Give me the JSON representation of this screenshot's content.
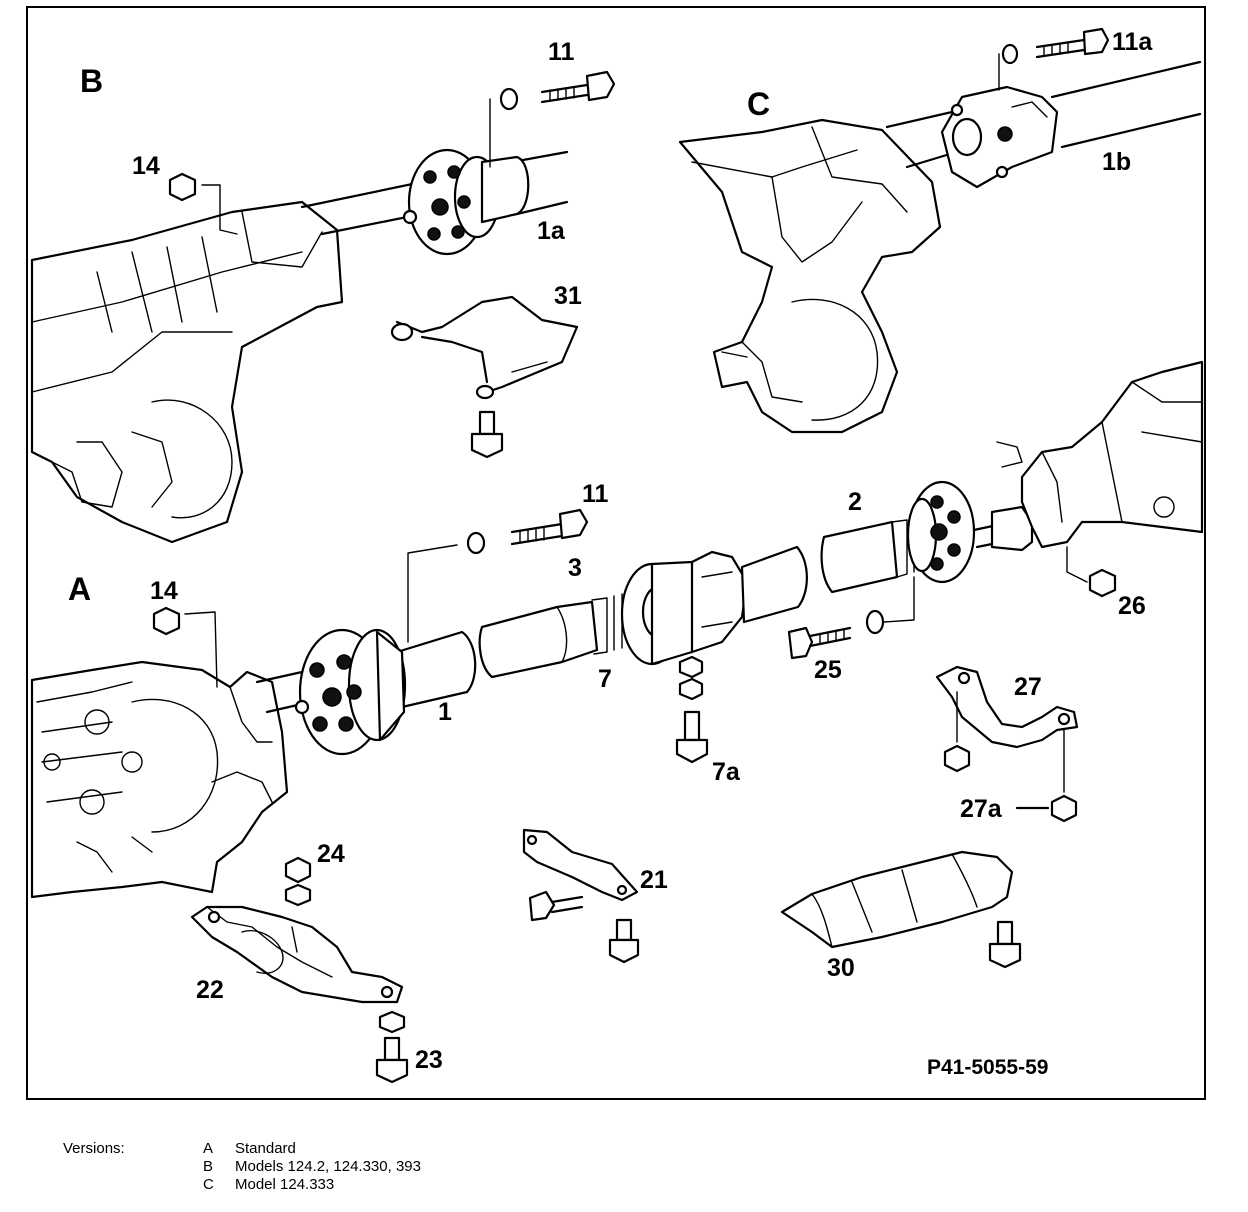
{
  "figure_ref": "P41-5055-59",
  "labels": {
    "ver_a": "A",
    "ver_b": "B",
    "ver_c": "C",
    "p1": "1",
    "p1a": "1a",
    "p1b": "1b",
    "p2": "2",
    "p3": "3",
    "p7": "7",
    "p7a": "7a",
    "p11_top": "11",
    "p11_mid": "11",
    "p11a": "11a",
    "p14_top": "14",
    "p14_mid": "14",
    "p21": "21",
    "p22": "22",
    "p23": "23",
    "p24": "24",
    "p25": "25",
    "p26": "26",
    "p27": "27",
    "p27a": "27a",
    "p30": "30",
    "p31": "31"
  },
  "legend": {
    "title": "Versions:",
    "items": [
      {
        "code": "A",
        "text": "Standard"
      },
      {
        "code": "B",
        "text": "Models 124.2, 124.330, 393"
      },
      {
        "code": "C",
        "text": "Model 124.333"
      }
    ]
  }
}
